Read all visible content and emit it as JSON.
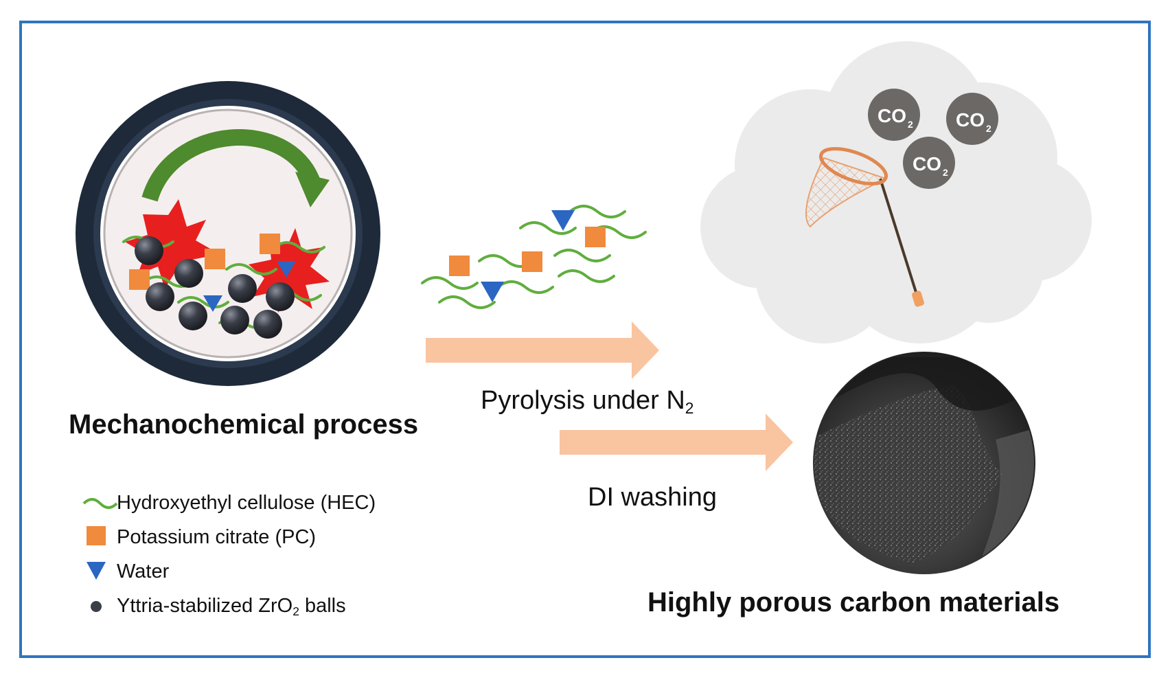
{
  "diagram": {
    "mechano_label": "Mechanochemical process",
    "pyrolysis_label": "Pyrolysis under N",
    "pyrolysis_sub": "2",
    "washing_label": "DI washing",
    "product_label": "Highly porous carbon materials",
    "co2_labels": [
      {
        "main": "CO",
        "sub": "2"
      },
      {
        "main": "CO",
        "sub": "2"
      },
      {
        "main": "CO",
        "sub": "2"
      }
    ]
  },
  "legend": {
    "hec": "Hydroxyethyl cellulose (HEC)",
    "pc": "Potassium citrate (PC)",
    "water": "Water",
    "balls_pre": "Yttria-stabilized ZrO",
    "balls_sub": "2",
    "balls_post": " balls"
  },
  "colors": {
    "frame": "#2f74c0",
    "jar_ring": "#1e2a3a",
    "arrow": "#f9c4a0",
    "hec": "#5fae3d",
    "pc": "#f08a3c",
    "water": "#2b66c2",
    "ball": "#3a3e48",
    "explosion": "#e81f1f",
    "rotation_arrow": "#4e8a2e",
    "cloud": "#ebebeb",
    "co2_bubble": "#6b6866"
  }
}
